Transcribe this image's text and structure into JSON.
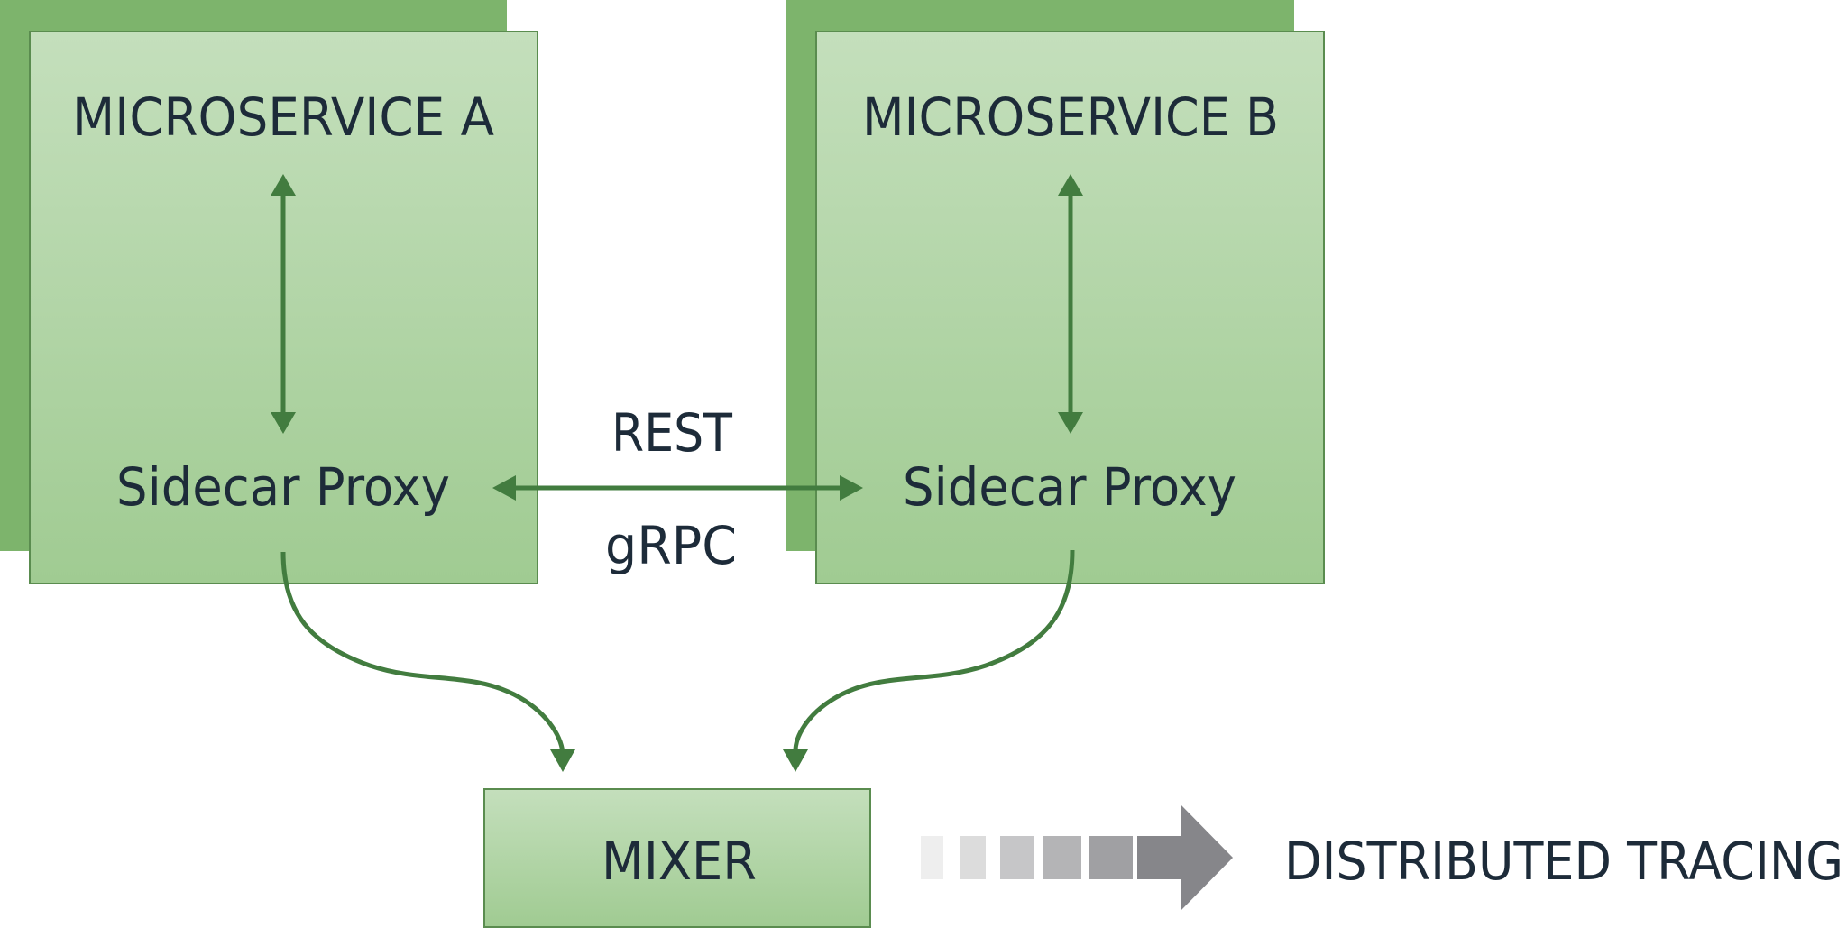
{
  "nodes": {
    "service_a": {
      "title": "MICROSERVICE A",
      "proxy_label": "Sidecar Proxy"
    },
    "service_b": {
      "title": "MICROSERVICE B",
      "proxy_label": "Sidecar Proxy"
    },
    "mixer": {
      "label": "MIXER"
    },
    "tracing": {
      "label": "DISTRIBUTED TRACING"
    }
  },
  "edges": {
    "proxy_link": {
      "top_label": "REST",
      "bottom_label": "gRPC"
    }
  },
  "colors": {
    "box_shadow": "#7db46c",
    "box_top": "#c4dfbc",
    "box_bottom": "#a0cb92",
    "box_border": "#5a8c4f",
    "arrow": "#427c3f",
    "text": "#1d2b39",
    "tracing_steps": [
      "#eeeeee",
      "#dcdcdc",
      "#c6c6c8",
      "#b4b4b6",
      "#a0a0a3",
      "#86868a"
    ]
  }
}
